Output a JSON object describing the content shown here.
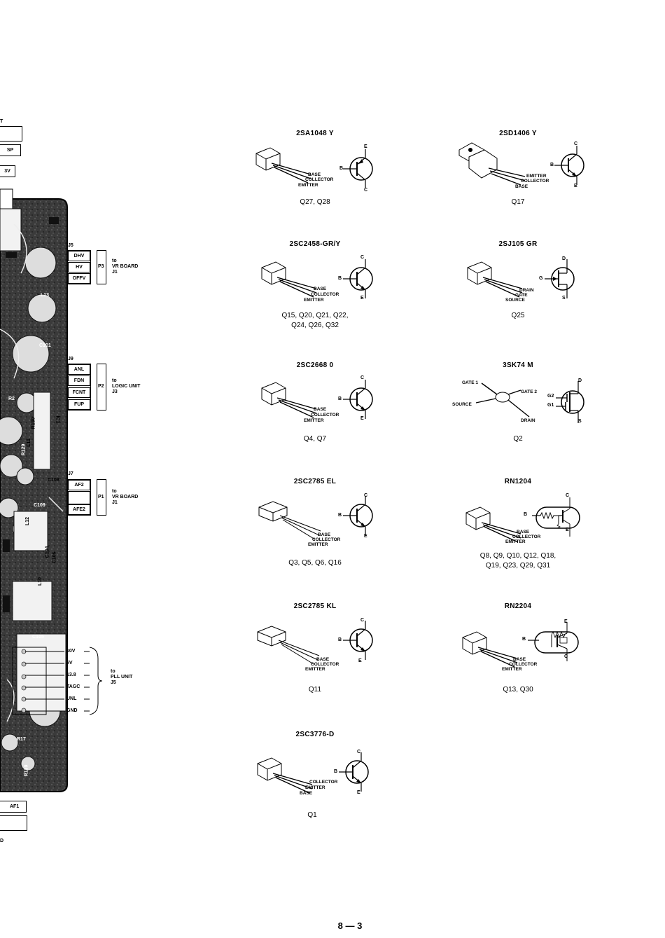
{
  "edge_labels": {
    "top": [
      "T",
      "SP",
      "3V"
    ],
    "bottom": [
      "AF1",
      "D"
    ]
  },
  "connectors": [
    {
      "jack": "J5",
      "plug": "P3",
      "pins": [
        "DHV",
        "HV",
        "OFFV"
      ],
      "to": [
        "to",
        "VR BOARD",
        "J1"
      ]
    },
    {
      "jack": "J9",
      "plug": "P2",
      "pins": [
        "ANL",
        "FDN",
        "FCNT",
        "FUP"
      ],
      "to": [
        "to",
        "LOGIC UNIT",
        "J3"
      ]
    },
    {
      "jack": "J7",
      "plug": "P1",
      "pins": [
        "AF2",
        "",
        "AFE2"
      ],
      "to": [
        "to",
        "VR BOARD",
        "J1"
      ]
    }
  ],
  "board_labels": [
    "L13",
    "C101",
    "IC1",
    "R130",
    "C108",
    "C109",
    "L12",
    "L10",
    "C106",
    "R17",
    "R139",
    "C105",
    "R129",
    "C104",
    "R2",
    "L11"
  ],
  "pll": {
    "lines": [
      "10V",
      "5V",
      "13.8",
      "TAGC",
      "UNL",
      "GND"
    ],
    "to": [
      "to",
      "PLL UNIT",
      "J5"
    ]
  },
  "transistors": [
    {
      "id": "2sa1048",
      "title": "2SA1048  Y",
      "refs": [
        "Q27, Q28"
      ],
      "leads": [
        "BASE",
        "COLLECTOR",
        "EMITTER"
      ],
      "symbol": "pnp",
      "terminals": [
        "E",
        "B",
        "C"
      ]
    },
    {
      "id": "2sd1406",
      "title": "2SD1406  Y",
      "refs": [
        "Q17"
      ],
      "leads": [
        "EMITTER",
        "COLLECTOR",
        "BASE"
      ],
      "symbol": "npn",
      "terminals": [
        "C",
        "B",
        "E"
      ]
    },
    {
      "id": "2sc2458",
      "title": "2SC2458-GR/Y",
      "refs": [
        "Q15, Q20, Q21, Q22,",
        "Q24, Q26, Q32"
      ],
      "leads": [
        "BASE",
        "COLLECTOR",
        "EMITTER"
      ],
      "symbol": "npn",
      "terminals": [
        "C",
        "B",
        "E"
      ]
    },
    {
      "id": "2sj105",
      "title": "2SJ105  GR",
      "refs": [
        "Q25"
      ],
      "leads": [
        "DRAIN",
        "GATE",
        "SOURCE"
      ],
      "symbol": "jfet",
      "terminals": [
        "D",
        "G",
        "S"
      ]
    },
    {
      "id": "2sc2668",
      "title": "2SC2668  0",
      "refs": [
        "Q4, Q7"
      ],
      "leads": [
        "BASE",
        "COLLECTOR",
        "EMITTER"
      ],
      "symbol": "npn",
      "terminals": [
        "C",
        "B",
        "E"
      ]
    },
    {
      "id": "3sk74",
      "title": "3SK74  M",
      "refs": [
        "Q2"
      ],
      "leads": [
        "GATE 1",
        "GATE 2",
        "SOURCE",
        "DRAIN"
      ],
      "symbol": "mosfet",
      "terminals": [
        "D",
        "G2",
        "G1",
        "S"
      ]
    },
    {
      "id": "2sc2785el",
      "title": "2SC2785  EL",
      "refs": [
        "Q3, Q5, Q6, Q16"
      ],
      "leads": [
        "BASE",
        "COLLECTOR",
        "EMITTER"
      ],
      "symbol": "npn",
      "terminals": [
        "C",
        "B",
        "E"
      ]
    },
    {
      "id": "rn1204",
      "title": "RN1204",
      "refs": [
        "Q8, Q9, Q10, Q12, Q18,",
        "Q19, Q23, Q29, Q31"
      ],
      "leads": [
        "BASE",
        "COLLECTOR",
        "EMITTER"
      ],
      "symbol": "digital-npn",
      "terminals": [
        "C",
        "B",
        "E"
      ]
    },
    {
      "id": "2sc2785kl",
      "title": "2SC2785  KL",
      "refs": [
        "Q11"
      ],
      "leads": [
        "BASE",
        "COLLECTOR",
        "EMITTER"
      ],
      "symbol": "npn",
      "terminals": [
        "C",
        "B",
        "E"
      ]
    },
    {
      "id": "rn2204",
      "title": "RN2204",
      "refs": [
        "Q13, Q30"
      ],
      "leads": [
        "BASE",
        "COLLECTOR",
        "EMITTER"
      ],
      "symbol": "digital-pnp",
      "terminals": [
        "E",
        "B",
        "C"
      ]
    },
    {
      "id": "2sc3776",
      "title": "2SC3776-D",
      "refs": [
        "Q1"
      ],
      "leads": [
        "COLLECTOR",
        "EMITTER",
        "BASE"
      ],
      "symbol": "npn",
      "terminals": [
        "C",
        "B",
        "E"
      ]
    }
  ],
  "page_number": "8 — 3"
}
